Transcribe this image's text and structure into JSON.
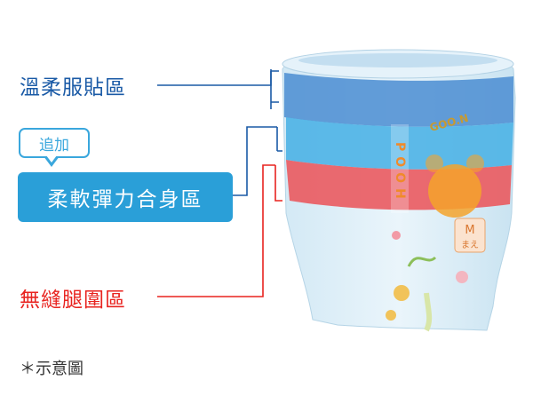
{
  "labels": {
    "top": "溫柔服貼區",
    "badge": "追加",
    "middle": "柔軟彈力合身區",
    "leg": "無縫腿圍區",
    "note": "＊示意圖"
  },
  "product": {
    "brand_mark": "POOH",
    "logo_text": "GOO.N",
    "size_tag": "M",
    "size_tag_sub": "まえ"
  },
  "colors": {
    "blue_dark": "#1a5aa6",
    "blue_light": "#2a9fd8",
    "red": "#e8231f",
    "band_top": "#4f8fd3",
    "band_mid": "#4cb3e6",
    "band_leg": "#ea5a5f"
  }
}
